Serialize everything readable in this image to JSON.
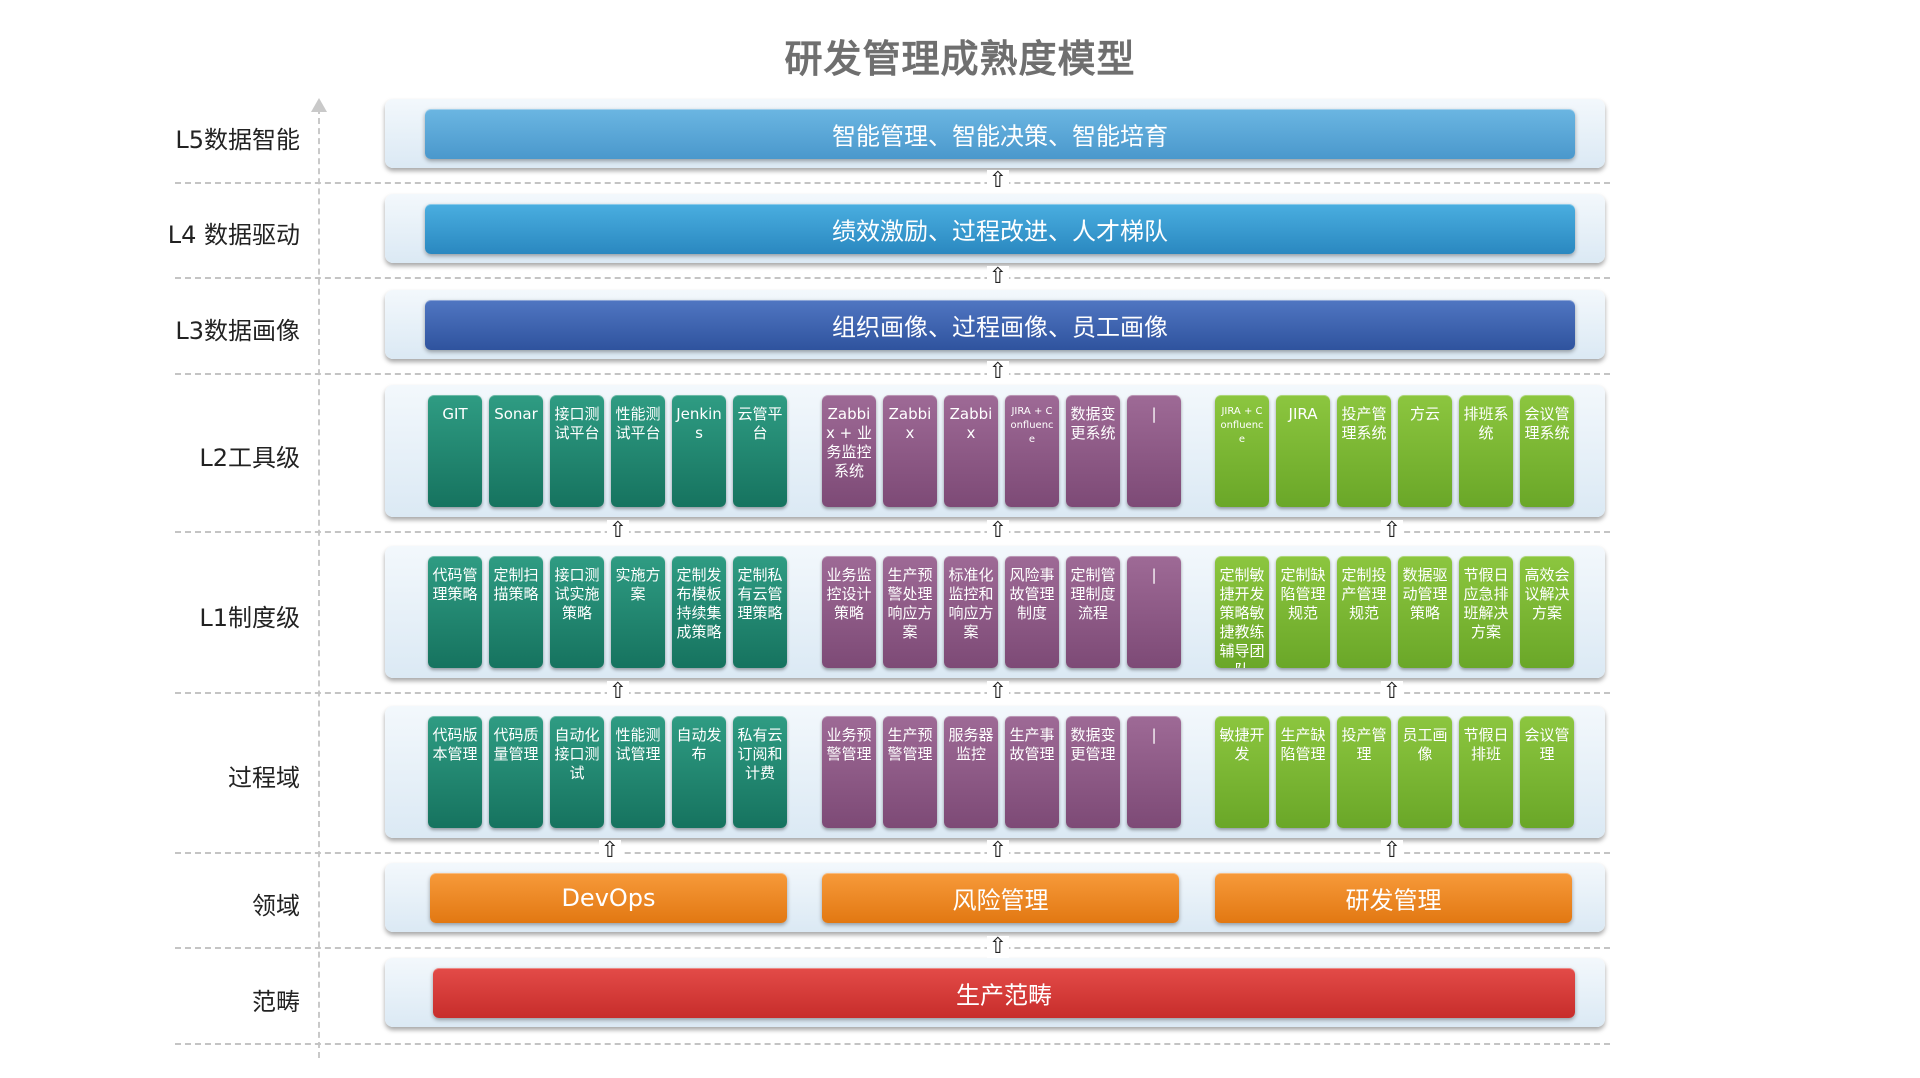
{
  "title": "研发管理成熟度模型",
  "colors": {
    "l5_bar": "#5aa7d6",
    "l4_bar": "#3a9ccf",
    "l3_bar": "#3f66b2",
    "tile_green": "#1f8a72",
    "tile_purple": "#8c5a85",
    "tile_lime": "#7cb734",
    "domain_bar": "#f28b25",
    "category_bar": "#d93a38"
  },
  "levels": {
    "l5": {
      "label": "L5数据智能",
      "bar": "智能管理、智能决策、智能培育"
    },
    "l4": {
      "label": "L4 数据驱动",
      "bar": "绩效激励、过程改进、人才梯队"
    },
    "l3": {
      "label": "L3数据画像",
      "bar": "组织画像、过程画像、员工画像"
    },
    "l2": {
      "label": "L2工具级",
      "devops": [
        "GIT",
        "Sonar",
        "接口测试平台",
        "性能测试平台",
        "Jenkins",
        "云管平台"
      ],
      "risk": [
        "Zabbix + 业务监控系统",
        "Zabbix",
        "Zabbix",
        "JIRA + Confluence",
        "数据变更系统",
        "|"
      ],
      "rd": [
        "JIRA + Confluence",
        "JIRA",
        "投产管理系统",
        "方云",
        "排班系统",
        "会议管理系统"
      ]
    },
    "l1": {
      "label": "L1制度级",
      "devops": [
        "代码管理策略",
        "定制扫描策略",
        "接口测试实施策略",
        "实施方案",
        "定制发布模板持续集成策略",
        "定制私有云管理策略"
      ],
      "risk": [
        "业务监控设计策略",
        "生产预警处理响应方案",
        "标准化监控和响应方案",
        "风险事故管理制度",
        "定制管理制度流程",
        "|"
      ],
      "rd": [
        "定制敏捷开发策略敏捷教练辅导团队",
        "定制缺陷管理规范",
        "定制投产管理规范",
        "数据驱动管理策略",
        "节假日应急排班解决方案",
        "高效会议解决方案"
      ]
    },
    "process": {
      "label": "过程域",
      "devops": [
        "代码版本管理",
        "代码质量管理",
        "自动化接口测试",
        "性能测试管理",
        "自动发布",
        "私有云订阅和计费"
      ],
      "risk": [
        "业务预警管理",
        "生产预警管理",
        "服务器监控",
        "生产事故管理",
        "数据变更管理",
        "|"
      ],
      "rd": [
        "敏捷开发",
        "生产缺陷管理",
        "投产管理",
        "员工画像",
        "节假日排班",
        "会议管理"
      ]
    },
    "domain": {
      "label": "领域",
      "bars": [
        "DevOps",
        "风险管理",
        "研发管理"
      ]
    },
    "category": {
      "label": "范畴",
      "bar": "生产范畴"
    }
  },
  "icons": {
    "up_arrow": "up-arrow-icon",
    "axis_arrow": "axis-arrow-icon"
  }
}
